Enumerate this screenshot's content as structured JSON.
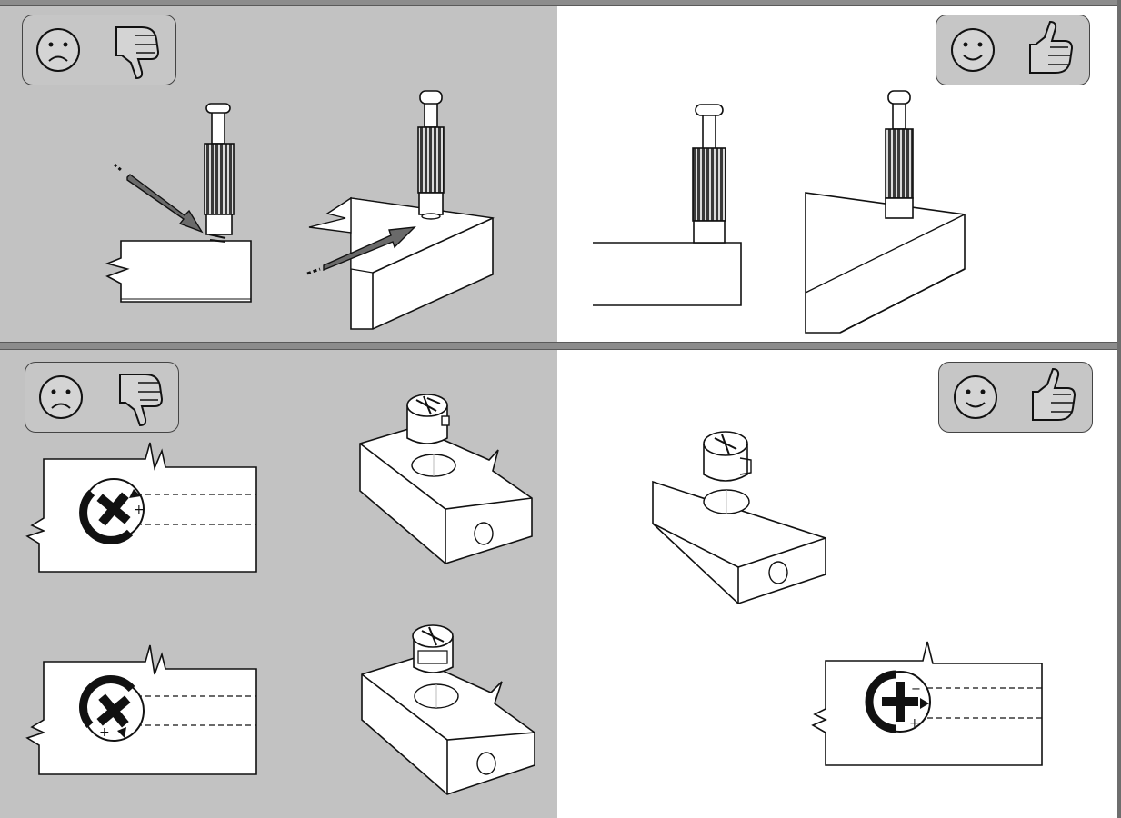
{
  "colors": {
    "incorrect_bg": "#c2c2c2",
    "correct_bg": "#ffffff",
    "badge_bg": "#c6c6c6",
    "line": "#111111",
    "arrow": "#6a6a6a"
  },
  "panels": [
    {
      "id": "cam-stud-incorrect",
      "verdict": "incorrect",
      "icons": [
        "sad-face-icon",
        "thumbs-down-icon"
      ]
    },
    {
      "id": "cam-stud-correct",
      "verdict": "correct",
      "icons": [
        "smiley-face-icon",
        "thumbs-up-icon"
      ]
    },
    {
      "id": "cam-lock-incorrect",
      "verdict": "incorrect",
      "icons": [
        "sad-face-icon",
        "thumbs-down-icon"
      ]
    },
    {
      "id": "cam-lock-correct",
      "verdict": "correct",
      "icons": [
        "smiley-face-icon",
        "thumbs-up-icon"
      ]
    }
  ],
  "cam_markings": {
    "minus": "−",
    "plus": "+"
  }
}
